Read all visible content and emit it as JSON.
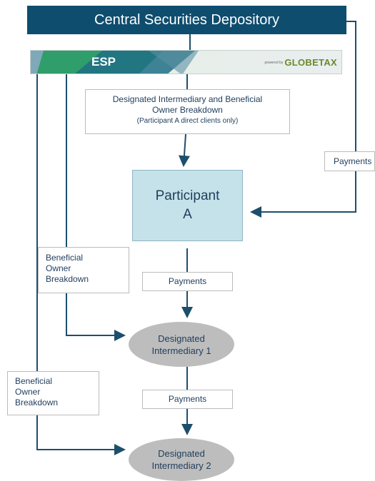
{
  "csd": {
    "label": "Central Securities Depository"
  },
  "esp": {
    "label": "ESP",
    "powered_by": "powered by",
    "brand": "GLOBETAX"
  },
  "di_breakdown": {
    "line1": "Designated Intermediary and Beneficial",
    "line2": "Owner Breakdown",
    "line3": "(Participant A direct clients only)"
  },
  "payments_right": {
    "label": "Payments"
  },
  "participant_a": {
    "line1": "Participant",
    "line2": "A"
  },
  "payments_1": {
    "label": "Payments"
  },
  "payments_2": {
    "label": "Payments"
  },
  "beneficial_1": {
    "line1": "Beneficial",
    "line2": "Owner",
    "line3": "Breakdown"
  },
  "beneficial_2": {
    "line1": "Beneficial",
    "line2": "Owner",
    "line3": "Breakdown"
  },
  "intermediary_1": {
    "line1": "Designated",
    "line2": "Intermediary 1"
  },
  "intermediary_2": {
    "line1": "Designated",
    "line2": "Intermediary 2"
  },
  "colors": {
    "header": "#0e4d6e",
    "participant_fill": "#c5e2ea",
    "ellipse_fill": "#bdbdbd",
    "connector": "#1c4f6b",
    "brand": "#6b8a2c"
  }
}
